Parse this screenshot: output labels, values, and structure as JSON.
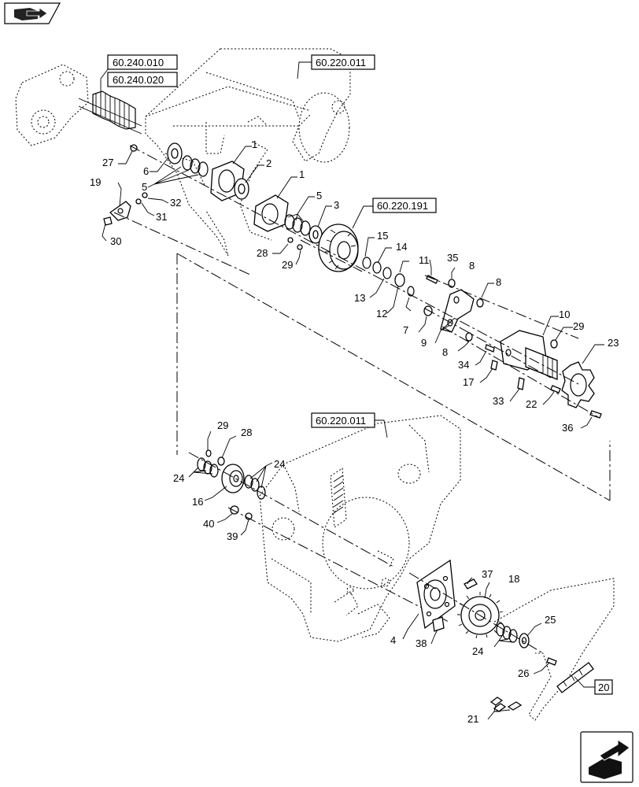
{
  "refs": {
    "r1": "60.240.010",
    "r2": "60.240.020",
    "r3": "60.220.011",
    "r4": "60.220.191",
    "r5": "60.220.011",
    "r6": "20"
  },
  "labels": {
    "l1a": "1",
    "l1b": "1",
    "l2": "2",
    "l3": "3",
    "l4": "4",
    "l5a": "5",
    "l5b": "5",
    "l6": "6",
    "l7": "7",
    "l8a": "8",
    "l8b": "8",
    "l8c": "8",
    "l9": "9",
    "l10": "10",
    "l11": "11",
    "l12": "12",
    "l13": "13",
    "l14": "14",
    "l15": "15",
    "l16": "16",
    "l17": "17",
    "l18": "18",
    "l19": "19",
    "l21": "21",
    "l22": "22",
    "l23": "23",
    "l24a": "24",
    "l24b": "24",
    "l24c": "24",
    "l25": "25",
    "l26": "26",
    "l27": "27",
    "l28a": "28",
    "l28b": "28",
    "l29a": "29",
    "l29b": "29",
    "l29c": "29",
    "l30": "30",
    "l31": "31",
    "l32": "32",
    "l33": "33",
    "l34": "34",
    "l35": "35",
    "l36": "36",
    "l37": "37",
    "l38": "38",
    "l39": "39",
    "l40": "40"
  },
  "icons": {
    "top_left": "book-arrow-icon",
    "bottom_right": "next-page-arrow-icon"
  }
}
